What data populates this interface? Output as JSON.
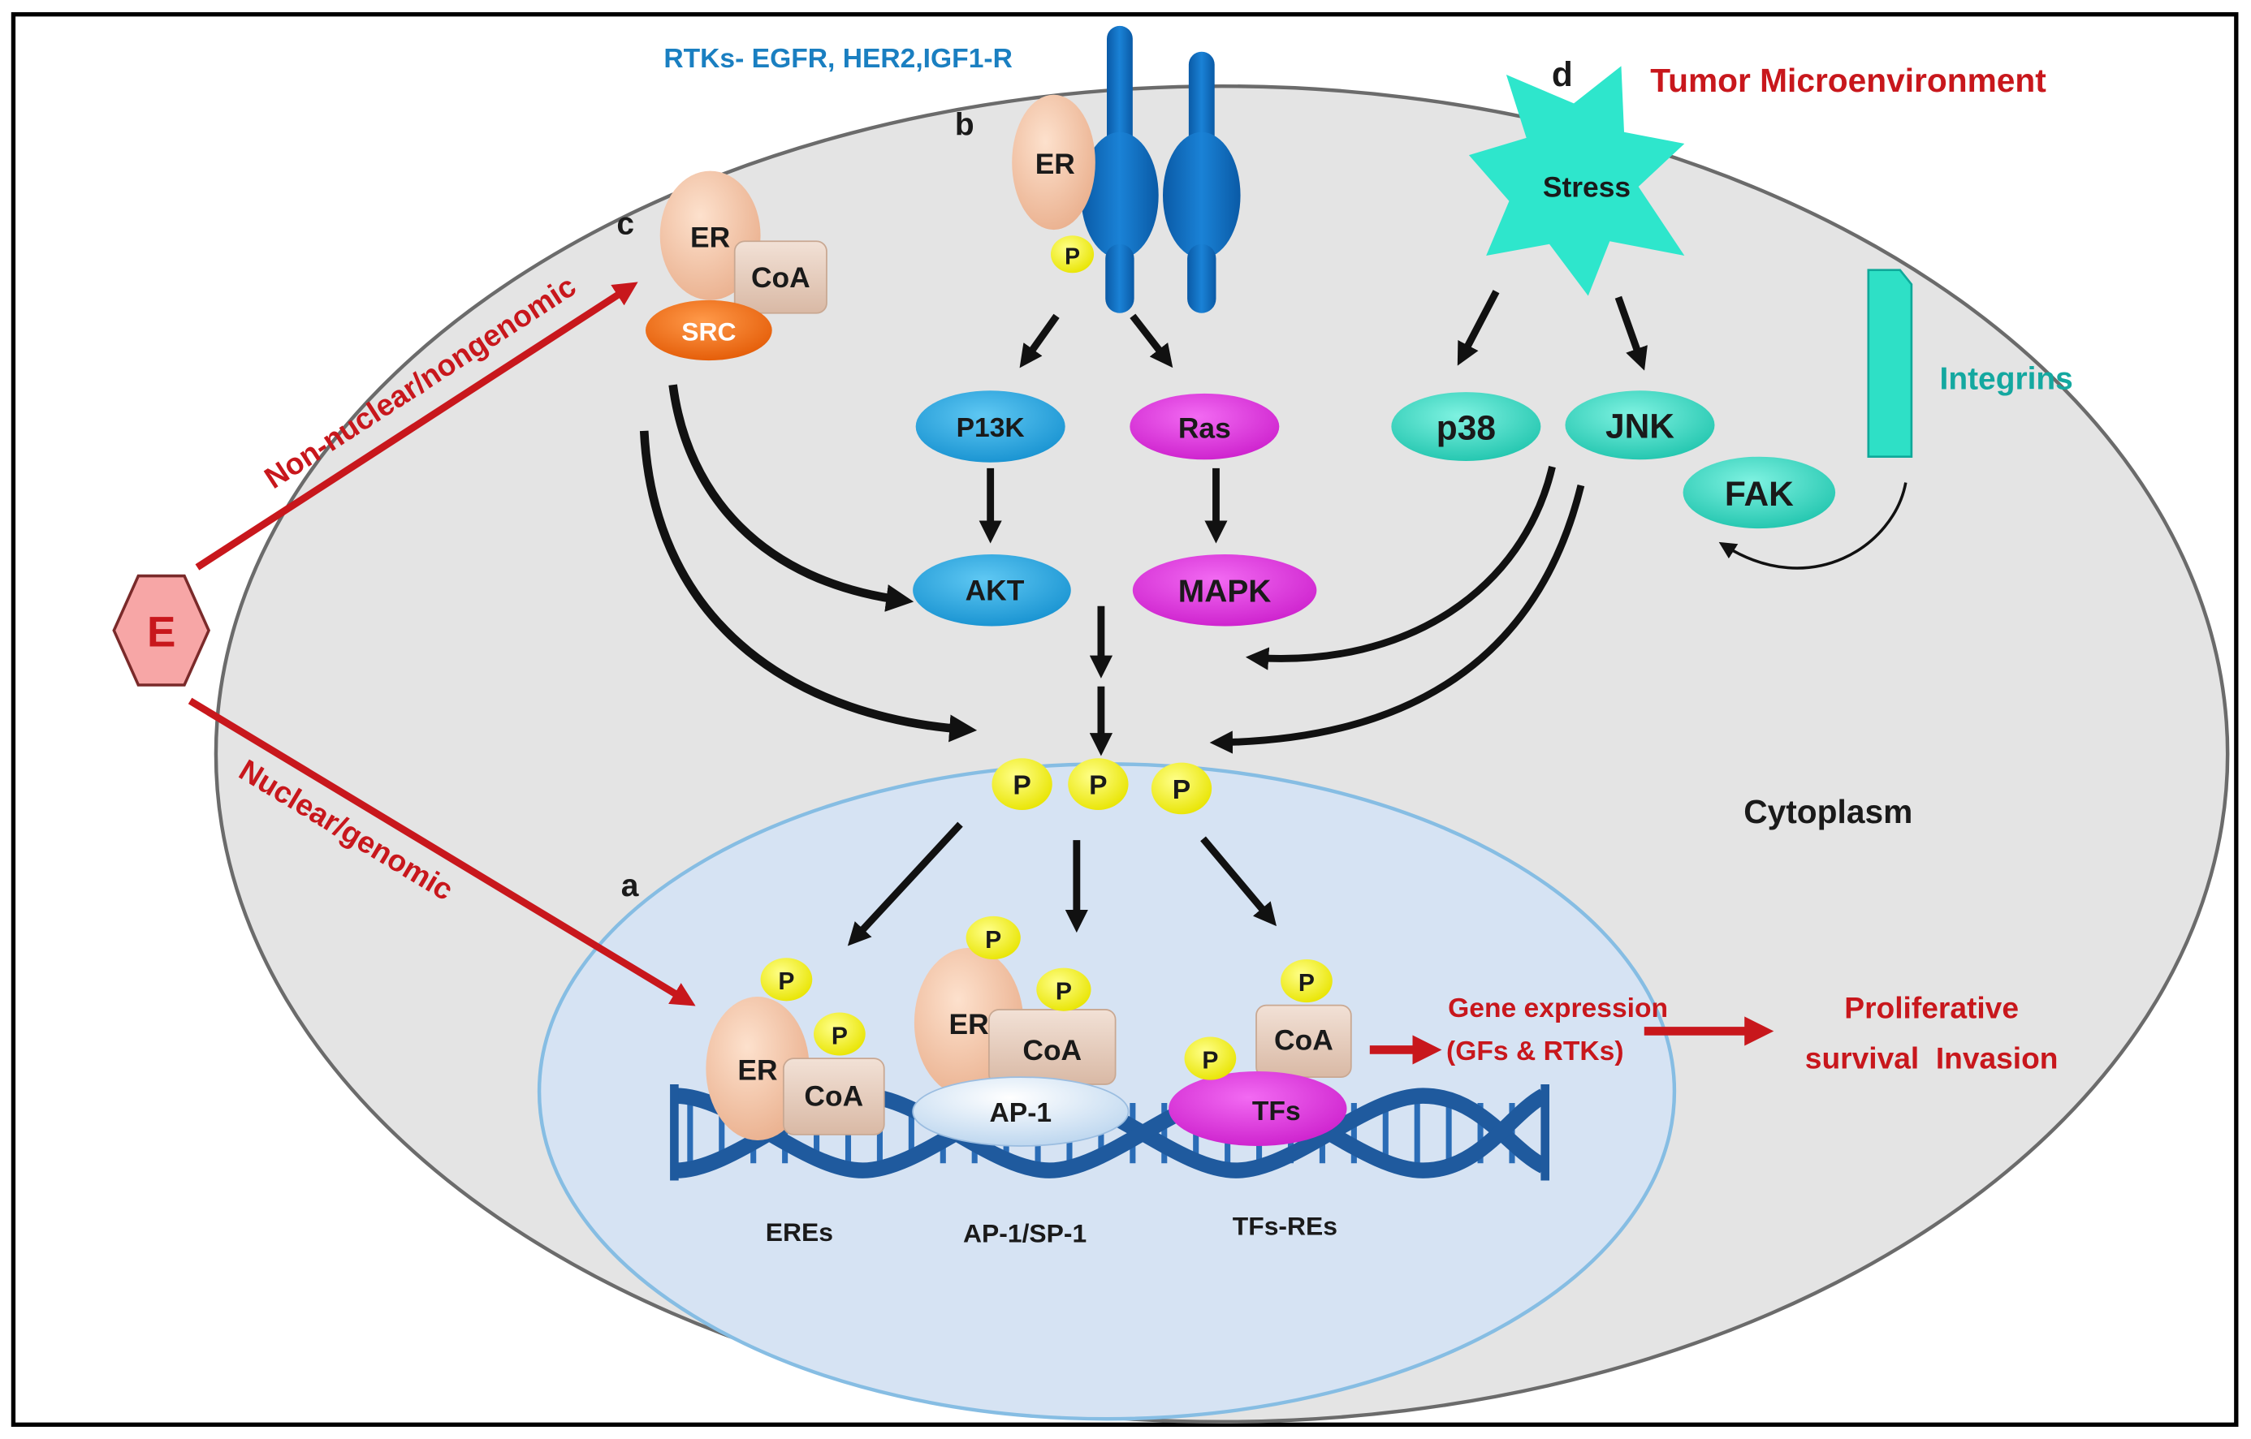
{
  "panel_letters": {
    "a": "a",
    "b": "b",
    "c": "c",
    "d": "d"
  },
  "receptors": {
    "rtk_title": "RTKs- EGFR, HER2,IGF1-R"
  },
  "microenvironment": {
    "title": "Tumor Microenvironment",
    "stress": "Stress",
    "integrins": "Integrins"
  },
  "compartments": {
    "cytoplasm": "Cytoplasm"
  },
  "ligand": {
    "label": "E"
  },
  "pathways": {
    "nonnuclear": "Non-nuclear/nongenomic",
    "nuclear": "Nuclear/genomic"
  },
  "proteins": {
    "er": "ER",
    "coa": "CoA",
    "src": "SRC",
    "p": "P",
    "pi3k": "P13K",
    "ras": "Ras",
    "akt": "AKT",
    "mapk": "MAPK",
    "p38": "p38",
    "jnk": "JNK",
    "fak": "FAK",
    "ap1": "AP-1",
    "tfs": "TFs"
  },
  "elements": {
    "eres": "EREs",
    "ap1_sp1": "AP-1/SP-1",
    "tfs_res": "TFs-REs"
  },
  "outcomes": {
    "gene_expression_1": "Gene expression",
    "gene_expression_2": "(GFs & RTKs)",
    "result_1": "Proliferative",
    "result_2": "survival  Invasion"
  },
  "colors": {
    "cell": "#e4e4e4",
    "nucleus": "#d6e3f3",
    "dna": "#1f5a9e",
    "er": "#f2c0a0",
    "coa": "#e3c9b8",
    "src": "#f06b12",
    "pi3k": "#27a7e2",
    "ras": "#e033df",
    "teal": "#2cd9c1",
    "phospho": "#f5f20a",
    "red": "#c8171c",
    "receptor": "#0f6cc0"
  }
}
